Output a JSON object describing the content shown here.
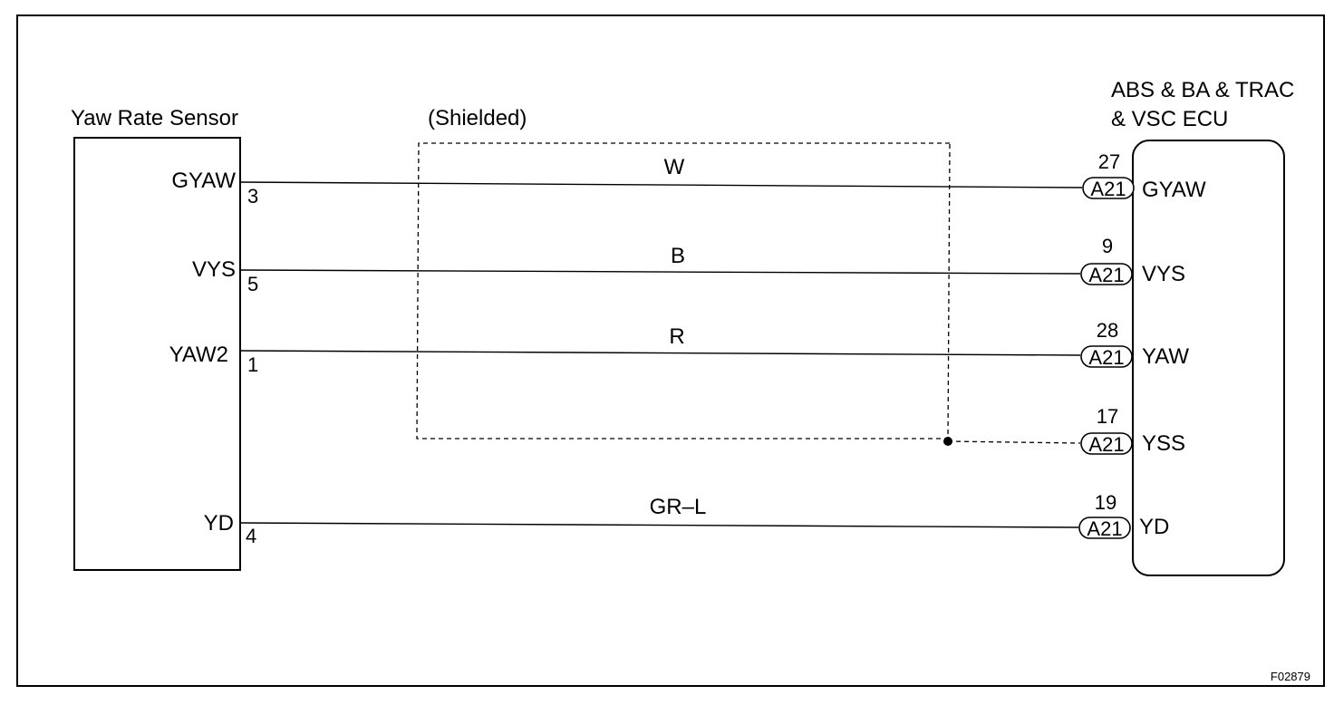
{
  "sensor": {
    "title": "Yaw Rate Sensor",
    "terminals": [
      {
        "name": "GYAW",
        "pin": "3"
      },
      {
        "name": "VYS",
        "pin": "5"
      },
      {
        "name": "YAW2",
        "pin": "1"
      },
      {
        "name": "YD",
        "pin": "4"
      }
    ]
  },
  "shield": {
    "label": "(Shielded)"
  },
  "wires": [
    {
      "color_code": "W"
    },
    {
      "color_code": "B"
    },
    {
      "color_code": "R"
    },
    {
      "color_code": "GR–L"
    }
  ],
  "ecu": {
    "title_line1": "ABS & BA & TRAC",
    "title_line2": "& VSC ECU",
    "terminals": [
      {
        "name": "GYAW",
        "pin": "27",
        "connector": "A21"
      },
      {
        "name": "VYS",
        "pin": "9",
        "connector": "A21"
      },
      {
        "name": "YAW",
        "pin": "28",
        "connector": "A21"
      },
      {
        "name": "YSS",
        "pin": "17",
        "connector": "A21"
      },
      {
        "name": "YD",
        "pin": "19",
        "connector": "A21"
      }
    ]
  },
  "figure_id": "F02879"
}
